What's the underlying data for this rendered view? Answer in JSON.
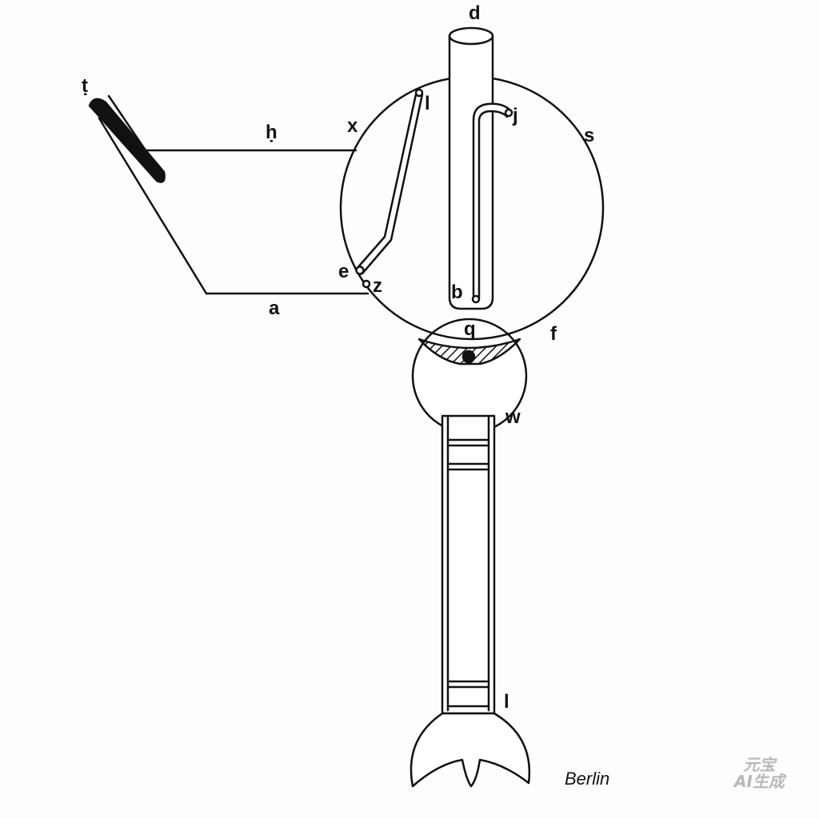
{
  "labels": {
    "t": "ṭ",
    "h": "ḥ",
    "x": "x",
    "d": "d",
    "l_top": "l",
    "j": "j",
    "s": "s",
    "e": "e",
    "z": "z",
    "a": "a",
    "b": "b",
    "q": "q",
    "f": "f",
    "w": "w",
    "l_bottom": "l"
  },
  "caption": "Berlin",
  "watermark": {
    "line1": "元宝",
    "line2": "AI生成"
  },
  "colors": {
    "stroke": "#111111",
    "background": "#fdfdfd"
  }
}
